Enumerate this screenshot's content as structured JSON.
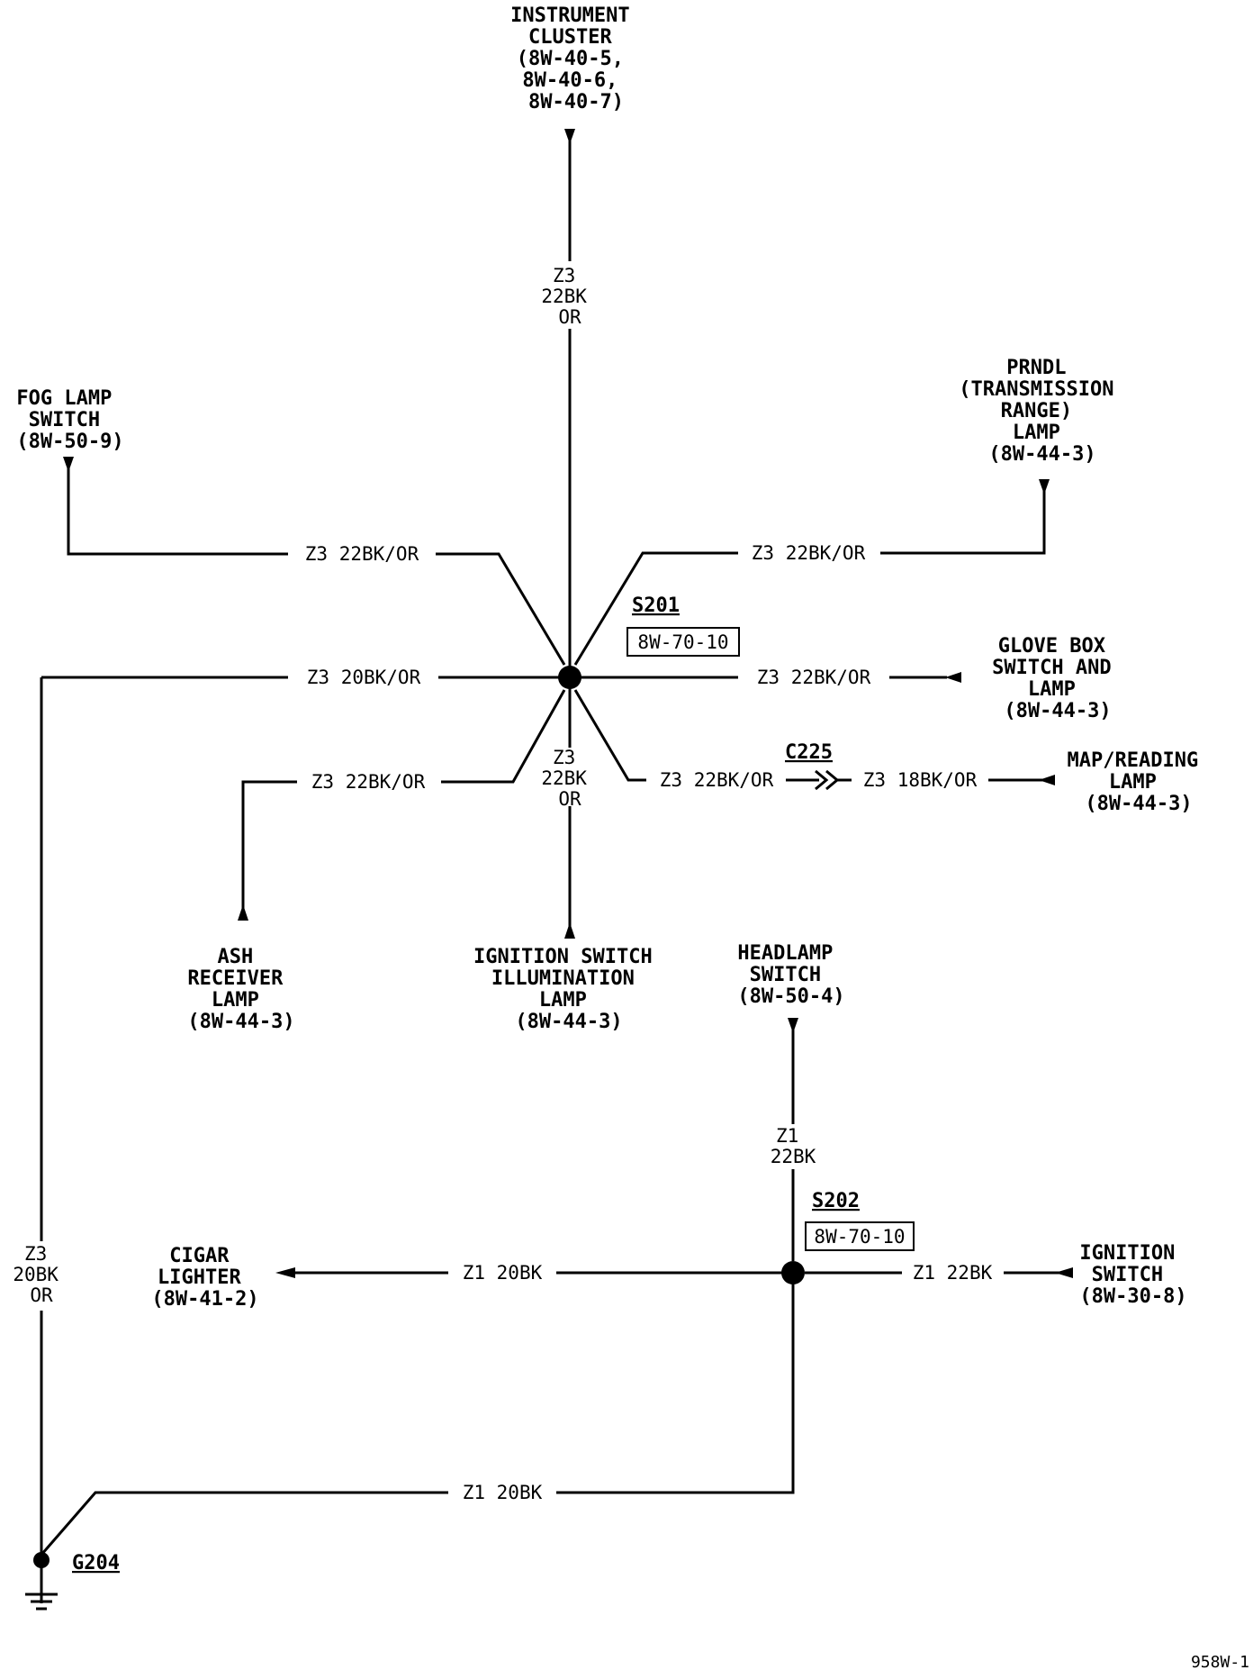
{
  "components": {
    "instrument_cluster": [
      "INSTRUMENT",
      "CLUSTER",
      "(8W-40-5,",
      "8W-40-6,",
      "8W-40-7)"
    ],
    "fog_lamp_switch": [
      "FOG LAMP",
      "SWITCH",
      "(8W-50-9)"
    ],
    "prndl_lamp": [
      "PRNDL",
      "(TRANSMISSION",
      "RANGE)",
      "LAMP",
      "(8W-44-3)"
    ],
    "glove_box": [
      "GLOVE BOX",
      "SWITCH AND",
      "LAMP",
      "(8W-44-3)"
    ],
    "map_reading_lamp": [
      "MAP/READING",
      "LAMP",
      "(8W-44-3)"
    ],
    "ash_receiver_lamp": [
      "ASH",
      "RECEIVER",
      "LAMP",
      "(8W-44-3)"
    ],
    "ignition_switch_illum": [
      "IGNITION SWITCH",
      "ILLUMINATION",
      "LAMP",
      "(8W-44-3)"
    ],
    "headlamp_switch": [
      "HEADLAMP",
      "SWITCH",
      "(8W-50-4)"
    ],
    "cigar_lighter": [
      "CIGAR",
      "LIGHTER",
      "(8W-41-2)"
    ],
    "ignition_switch": [
      "IGNITION",
      "SWITCH",
      "(8W-30-8)"
    ]
  },
  "splices": {
    "s201": {
      "name": "S201",
      "ref": "8W-70-10"
    },
    "s202": {
      "name": "S202",
      "ref": "8W-70-10"
    }
  },
  "connector": {
    "name": "C225"
  },
  "ground": {
    "name": "G204"
  },
  "wires": {
    "instrument_cluster": [
      "Z3",
      "22BK",
      "OR"
    ],
    "fog_lamp": "Z3 22BK/OR",
    "prndl": "Z3 22BK/OR",
    "left_main": "Z3 20BK/OR",
    "glove_box": "Z3 22BK/OR",
    "ash_receiver": "Z3 22BK/OR",
    "ignition_illum": [
      "Z3",
      "22BK",
      "OR"
    ],
    "map_reading_in": "Z3 22BK/OR",
    "map_reading_out": "Z3 18BK/OR",
    "ground_left": [
      "Z3",
      "20BK",
      "OR"
    ],
    "headlamp": [
      "Z1",
      "22BK"
    ],
    "cigar_lighter": "Z1 20BK",
    "ignition_switch": "Z1 22BK",
    "ground_bottom": "Z1 20BK"
  },
  "footer": {
    "drawing_id": "958W-1"
  }
}
